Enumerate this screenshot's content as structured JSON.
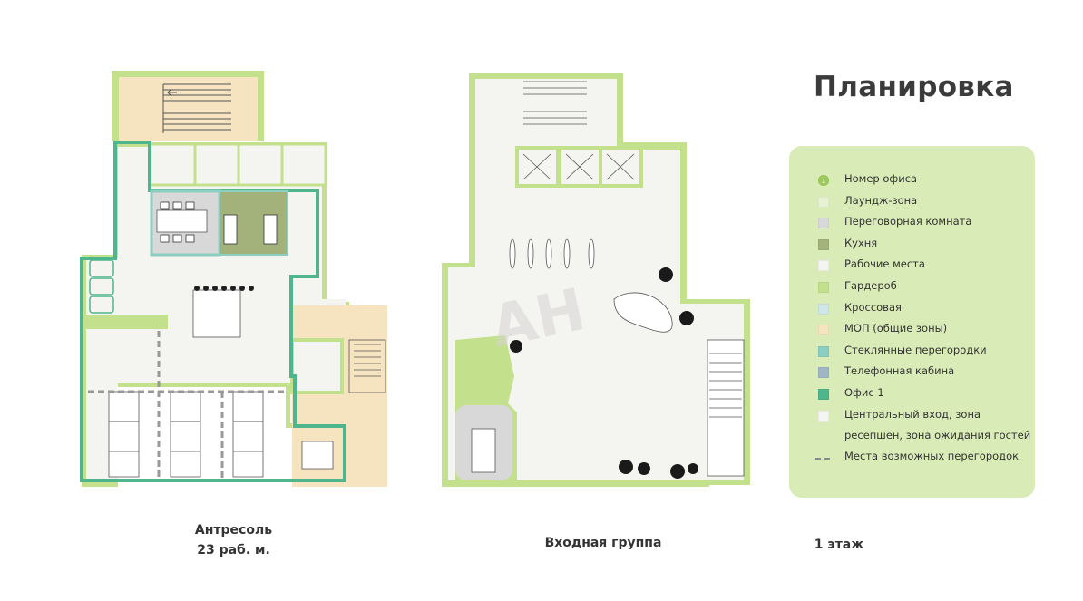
{
  "title": "Планировка",
  "captions": {
    "mezzanine_line1": "Антресоль",
    "mezzanine_line2": "23 раб. м.",
    "entry": "Входная группа",
    "floor": "1 этаж"
  },
  "watermark": "AH",
  "legend": {
    "items": [
      {
        "label": "Номер офиса",
        "color": "#9ccc5a",
        "shape": "circle",
        "badge": "1"
      },
      {
        "label": "Лаундж-зона",
        "color": "#e7f2d4",
        "shape": "square"
      },
      {
        "label": "Переговорная комната",
        "color": "#d8d8d8",
        "shape": "square"
      },
      {
        "label": "Кухня",
        "color": "#a3b27a",
        "shape": "square"
      },
      {
        "label": "Рабочие места",
        "color": "#f4f4f1",
        "shape": "square"
      },
      {
        "label": "Гардероб",
        "color": "#c3e08c",
        "shape": "square"
      },
      {
        "label": "Кроссовая",
        "color": "#cfe7e6",
        "shape": "square"
      },
      {
        "label": "МОП (общие зоны)",
        "color": "#f6e3bf",
        "shape": "square"
      },
      {
        "label": "Стеклянные перегородки",
        "color": "#8ccfc1",
        "shape": "square"
      },
      {
        "label": "Телефонная кабина",
        "color": "#9fb7c5",
        "shape": "square"
      },
      {
        "label": "Офис 1",
        "color": "#4fb58d",
        "shape": "square"
      },
      {
        "label": "Центральный вход, зона ресепшен, зона ожидания гостей",
        "color": "#f4f4f1",
        "shape": "square",
        "tall": true
      },
      {
        "label": "Места возможных перегородок",
        "color": "#8a8a8a",
        "shape": "dash"
      }
    ]
  },
  "colors": {
    "wall_green": "#c3e08c",
    "office_outline": "#4fb58d",
    "mop": "#f6e3bf",
    "floor": "#f4f4f1",
    "meeting": "#d8d8d8",
    "kitchen": "#a3b27a",
    "glass": "#8ccfc1"
  }
}
